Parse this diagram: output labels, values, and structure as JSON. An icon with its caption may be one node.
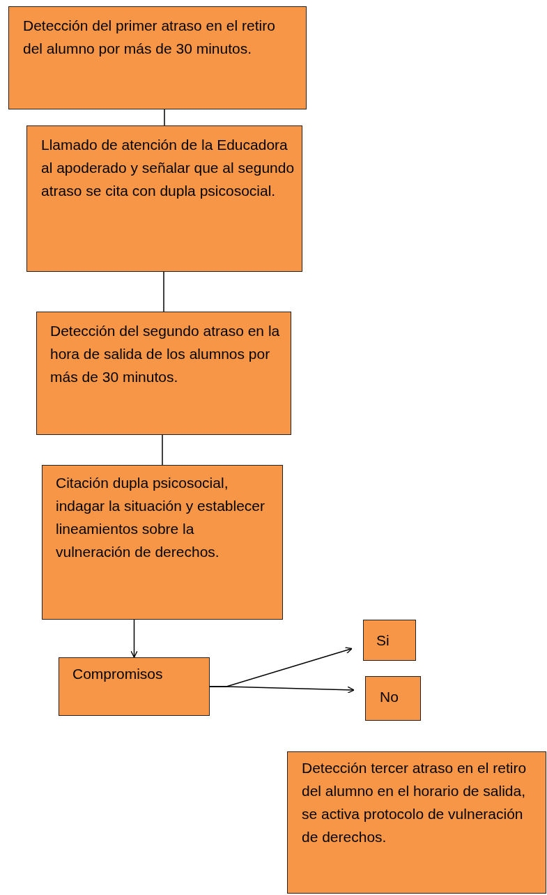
{
  "diagram": {
    "nodes": [
      {
        "text": [
          "Detección del primer atraso en el retiro del alumno por más de 30 minutos."
        ]
      },
      {
        "text": [
          "Llamado de atención de la Educadora al apoderado y señalar que al segundo atraso se cita con dupla psicosocial."
        ]
      },
      {
        "text": [
          "Detección del segundo atraso en la hora de salida de los alumnos por más de 30 minutos."
        ]
      },
      {
        "text": [
          "Citación dupla psicosocial, indagar la situación y establecer lineamientos sobre la vulneración de derechos."
        ]
      },
      {
        "text": [
          "Compromisos"
        ]
      },
      {
        "text": [
          "Si"
        ]
      },
      {
        "text": [
          "No"
        ]
      },
      {
        "text": [
          "Detección tercer atraso en el retiro del alumno en el horario de salida, se activa protocolo de vulneración de derechos."
        ]
      }
    ],
    "edges": [
      {
        "from": 0,
        "to": 1,
        "arrow": "none"
      },
      {
        "from": 1,
        "to": 2,
        "arrow": "none"
      },
      {
        "from": 2,
        "to": 3,
        "arrow": "none"
      },
      {
        "from": 3,
        "to": 4,
        "arrow": "to"
      },
      {
        "from": 4,
        "to": 5,
        "arrow": "to"
      },
      {
        "from": 4,
        "to": 6,
        "arrow": "to"
      }
    ]
  }
}
